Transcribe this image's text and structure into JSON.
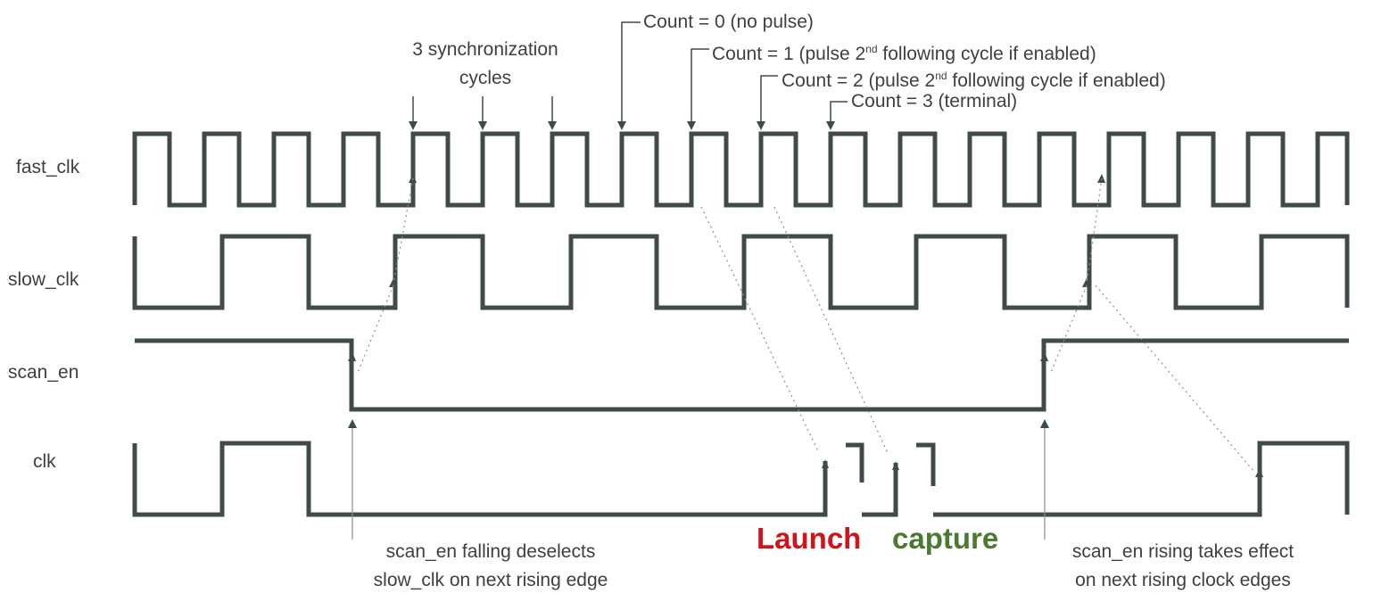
{
  "signals": [
    {
      "name": "fast_clk"
    },
    {
      "name": "slow_clk"
    },
    {
      "name": "scan_en"
    },
    {
      "name": "clk"
    }
  ],
  "annotations": {
    "sync_line1": "3 synchronization",
    "sync_line2": "cycles",
    "count0": "Count = 0 (no pulse)",
    "count1_pre": "Count = 1 (pulse 2",
    "count1_sup": "nd",
    "count1_post": " following cycle if enabled)",
    "count2_pre": "Count = 2 (pulse 2",
    "count2_sup": "nd",
    "count2_post": " following cycle if enabled)",
    "count3": "Count = 3 (terminal)",
    "falling_line1": "scan_en falling deselects",
    "falling_line2": "slow_clk on next rising edge",
    "rising_line1": "scan_en rising takes effect",
    "rising_line2": "on next rising clock edges",
    "launch": "Launch",
    "capture": "capture"
  },
  "colors": {
    "wave": "#3f4a4a",
    "launch": "#d0141c",
    "capture": "#4a7a30"
  }
}
